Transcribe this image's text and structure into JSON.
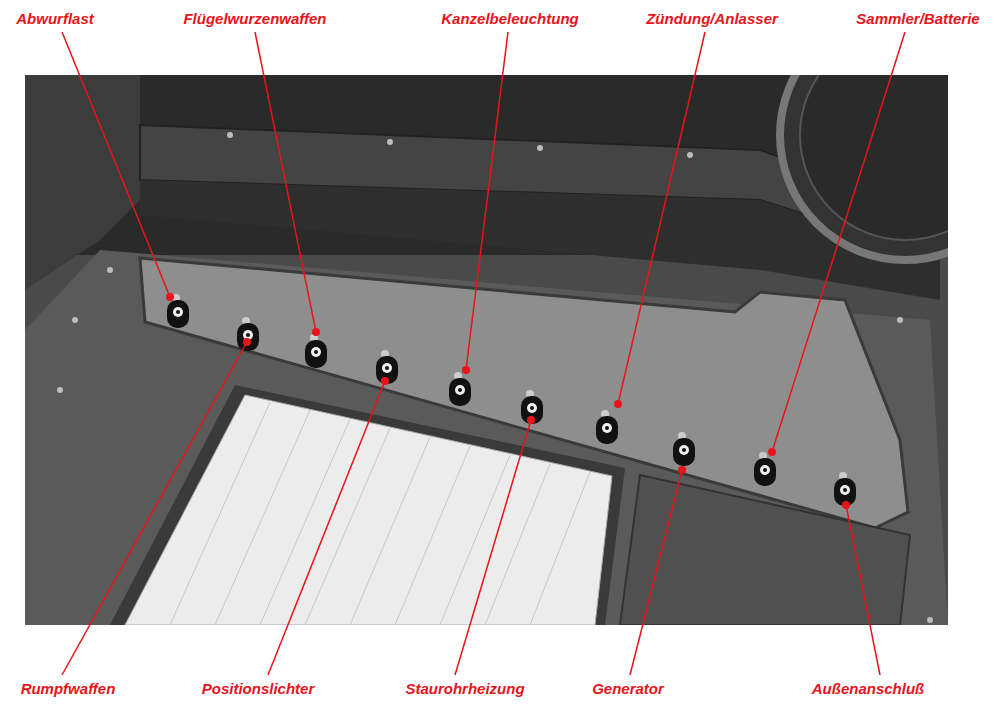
{
  "diagram": {
    "labels": [
      "Abwurflast",
      "Flügelwurzenwaffen",
      "Kanzelbeleuchtung",
      "Zündung/Anlasser",
      "Sammler/Batterie",
      "Rumpfwaffen",
      "Positionslichter",
      "Staurohrheizung",
      "Generator",
      "Außenanschluß"
    ]
  }
}
